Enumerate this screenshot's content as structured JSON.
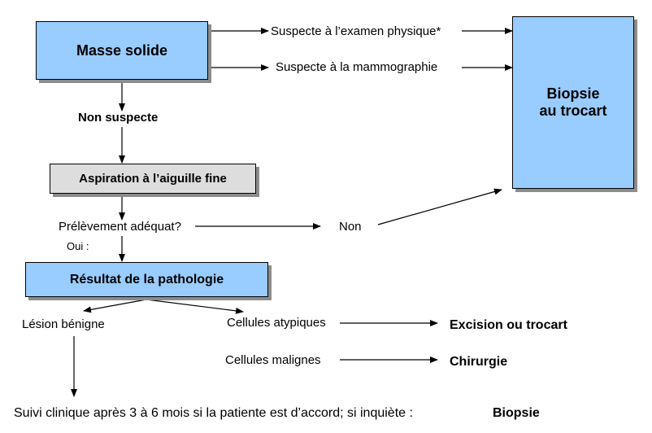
{
  "nodes": {
    "solid_mass": "Masse solide",
    "core_biopsy_line1": "Biopsie",
    "core_biopsy_line2": "au trocart",
    "fine_needle": "Aspiration à l’aiguille fine",
    "pathology_result": "Résultat de la pathologie"
  },
  "labels": {
    "suspect_physical": "Suspecte à l’examen physique*",
    "suspect_mammo": "Suspecte à la mammographie",
    "not_suspect": "Non suspecte",
    "adequate_sample": "Prélèvement adéquat?",
    "no": "Non",
    "yes": "Oui :",
    "benign_lesion": "Lésion bénigne",
    "atypical_cells": "Cellules atypiques",
    "malignant_cells": "Cellules malignes",
    "excision_or_core": "Excision ou trocart",
    "surgery": "Chirurgie",
    "followup": "Suivi clinique après 3 à 6 mois si la patiente est d’accord; si inquiète :",
    "biopsy": "Biopsie"
  },
  "colors": {
    "box_blue": "#99ccff",
    "box_gray": "#dddddd",
    "shadow": "#8c8c8c"
  }
}
